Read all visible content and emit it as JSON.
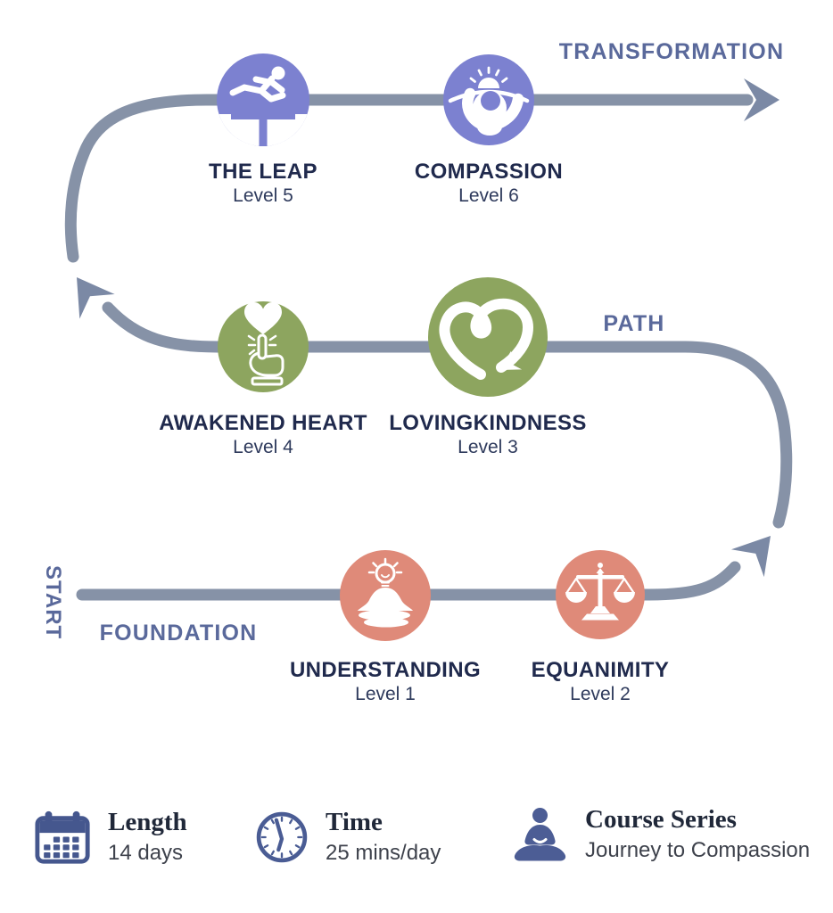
{
  "diagram": {
    "start_label": "START",
    "rows": [
      {
        "label": "FOUNDATION"
      },
      {
        "label": "PATH"
      },
      {
        "label": "TRANSFORMATION"
      }
    ],
    "nodes": [
      {
        "title": "UNDERSTANDING",
        "level": "Level 1",
        "icon": "meditating-lightbulb",
        "color": "#df8a79"
      },
      {
        "title": "EQUANIMITY",
        "level": "Level 2",
        "icon": "balance-scale",
        "color": "#df8a79"
      },
      {
        "title": "LOVINGKINDNESS",
        "level": "Level 3",
        "icon": "heart-loop-arrow",
        "color": "#8da55f"
      },
      {
        "title": "AWAKENED HEART",
        "level": "Level 4",
        "icon": "hand-pointing-heart",
        "color": "#8da55f"
      },
      {
        "title": "THE LEAP",
        "level": "Level 5",
        "icon": "hurdler",
        "color": "#7c81d0"
      },
      {
        "title": "COMPASSION",
        "level": "Level 6",
        "icon": "person-sunrise",
        "color": "#7c81d0"
      }
    ]
  },
  "info": {
    "items": [
      {
        "icon": "calendar",
        "label": "Length",
        "value": "14 days"
      },
      {
        "icon": "clock",
        "label": "Time",
        "value": "25 mins/day"
      },
      {
        "icon": "meditator",
        "label": "Course Series",
        "value": "Journey to Compassion"
      }
    ]
  },
  "colors": {
    "path_line": "#8692a7",
    "arrow": "#7b89a5",
    "row_label": "#5a699b",
    "node_title": "#202a4d",
    "node_level": "#2e3a5c",
    "foundation_salmon": "#df8a79",
    "path_green": "#8da55f",
    "transformation_purple": "#7c81d0",
    "info_icon_blue": "#45578e",
    "info_label": "#202839",
    "info_value": "#3e424c"
  }
}
